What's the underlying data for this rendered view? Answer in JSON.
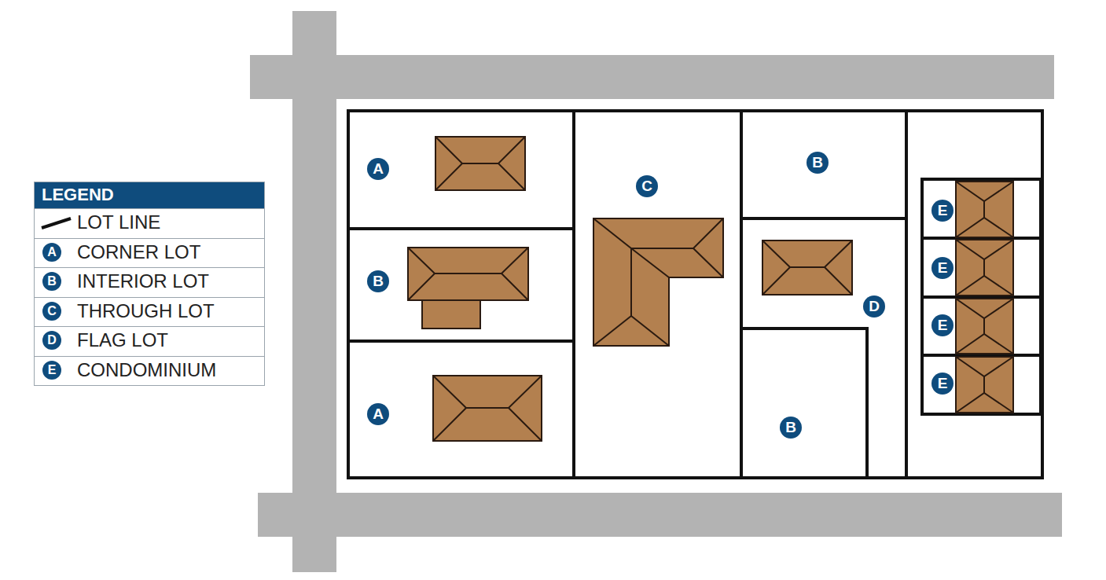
{
  "diagram": {
    "labels": [
      "LEGEND",
      "A",
      "B",
      "C",
      "D",
      "E",
      "A",
      "B",
      "A",
      "C",
      "B",
      "D",
      "B",
      "E",
      "E",
      "E",
      "E"
    ],
    "legend": [
      {
        "text": "LOT LINE"
      },
      {
        "text": "CORNER LOT"
      },
      {
        "text": "INTERIOR LOT"
      },
      {
        "text": "THROUGH LOT"
      },
      {
        "text": "FLAG LOT"
      },
      {
        "text": "CONDOMINIUM"
      }
    ]
  }
}
